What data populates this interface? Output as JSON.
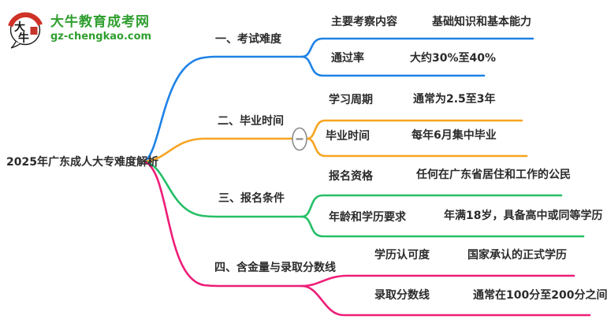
{
  "logo": {
    "icon_chars": "大牛",
    "site_name": "大牛教育成考网",
    "site_url": "gz-chengkao.com",
    "brand_green": "#2f9e2f",
    "seal_red": "#c5352b",
    "hat_red": "#cf3226"
  },
  "root": {
    "label": "2025年广东成人大专难度解析"
  },
  "colors": {
    "branch_exam": "#1e82e6",
    "branch_graduation": "#f7a420",
    "branch_registration": "#25bf67",
    "branch_value": "#ee1d77",
    "collapse_gray": "#8a8a8a",
    "text": "#2b2b2b"
  },
  "collapse_toggle": {
    "symbol": "−",
    "state": "expanded"
  },
  "branches": [
    {
      "label": "一、考试难度",
      "color": "#1e82e6",
      "children": [
        {
          "label": "主要考察内容",
          "value": "基础知识和基本能力"
        },
        {
          "label": "通过率",
          "value": "大约30%至40%"
        }
      ]
    },
    {
      "label": "二、毕业时间",
      "color": "#f7a420",
      "children": [
        {
          "label": "学习周期",
          "value": "通常为2.5至3年"
        },
        {
          "label": "毕业时间",
          "value": "每年6月集中毕业"
        }
      ]
    },
    {
      "label": "三、报名条件",
      "color": "#25bf67",
      "children": [
        {
          "label": "报名资格",
          "value": "任何在广东省居住和工作的公民"
        },
        {
          "label": "年龄和学历要求",
          "value": "年满18岁，具备高中或同等学历"
        }
      ]
    },
    {
      "label": "四、含金量与录取分数线",
      "color": "#ee1d77",
      "children": [
        {
          "label": "学历认可度",
          "value": "国家承认的正式学历"
        },
        {
          "label": "录取分数线",
          "value": "通常在100分至200分之间"
        }
      ]
    }
  ]
}
